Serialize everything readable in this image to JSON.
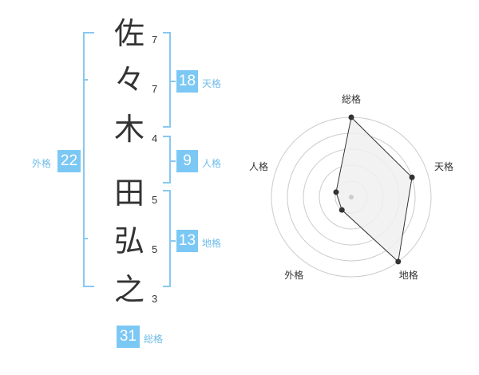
{
  "name_chars": [
    {
      "char": "佐",
      "strokes": "7"
    },
    {
      "char": "々",
      "strokes": "7"
    },
    {
      "char": "木",
      "strokes": "4"
    },
    {
      "char": "田",
      "strokes": "5"
    },
    {
      "char": "弘",
      "strokes": "5"
    },
    {
      "char": "之",
      "strokes": "3"
    }
  ],
  "fortunes": {
    "tenkaku": {
      "value": "18",
      "label": "天格"
    },
    "jinkaku": {
      "value": "9",
      "label": "人格"
    },
    "chikaku": {
      "value": "13",
      "label": "地格"
    },
    "gaikaku": {
      "value": "22",
      "label": "外格"
    },
    "soukaku": {
      "value": "31",
      "label": "総格"
    }
  },
  "chart_data": {
    "type": "radar",
    "axes": [
      "総格",
      "天格",
      "地格",
      "外格",
      "人格"
    ],
    "values": [
      5,
      4,
      5,
      1,
      1
    ],
    "max": 5,
    "rings": 5,
    "colors": {
      "fill": "#f0f0f0",
      "line": "#333333",
      "grid": "#cccccc",
      "center": "#cccccc"
    }
  },
  "colors": {
    "accent": "#7cc8f5",
    "accent_text": "#6fbce8",
    "bracket": "#88c8f0"
  }
}
